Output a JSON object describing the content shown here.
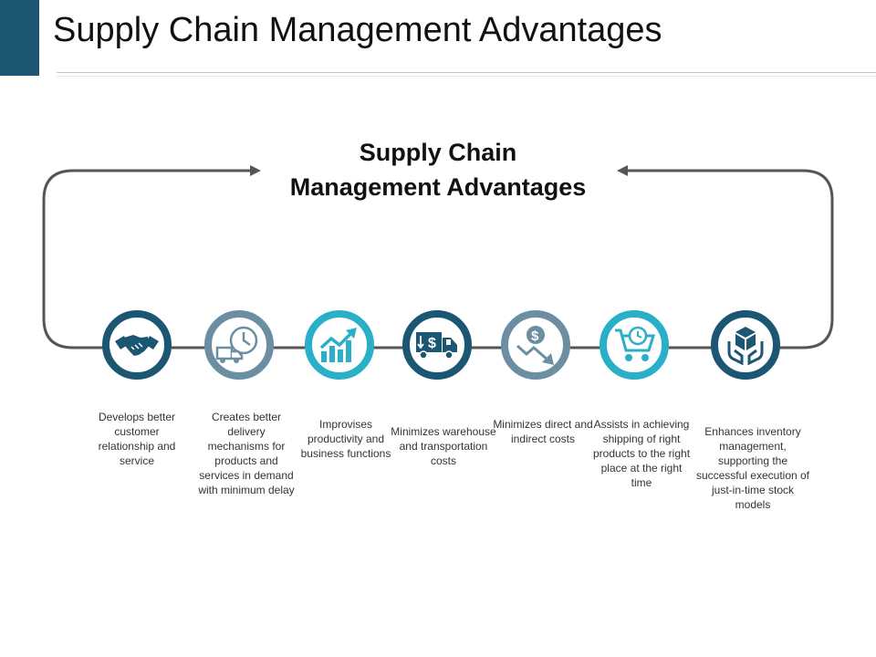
{
  "header": {
    "title": "Supply Chain Management Advantages"
  },
  "center_title": {
    "line1": "Supply Chain",
    "line2": "Management Advantages"
  },
  "colors": {
    "dark_navy": "#1b5672",
    "steel_gray": "#6c8ea3",
    "bright_cyan": "#2aafc9",
    "connector": "#555555"
  },
  "steps": [
    {
      "icon": "handshake-icon",
      "color": "#1b5672",
      "text": "Develops better customer relationship and service"
    },
    {
      "icon": "delivery-clock-icon",
      "color": "#6c8ea3",
      "text": "Creates better delivery mechanisms for products and services in demand with minimum delay"
    },
    {
      "icon": "growth-chart-icon",
      "color": "#2aafc9",
      "text": "Improvises productivity and business functions"
    },
    {
      "icon": "truck-dollar-icon",
      "color": "#1b5672",
      "text": "Minimizes warehouse and transportation costs"
    },
    {
      "icon": "cost-decrease-icon",
      "color": "#6c8ea3",
      "text": "Minimizes direct and indirect costs"
    },
    {
      "icon": "cart-clock-icon",
      "color": "#2aafc9",
      "text": "Assists in achieving shipping of right products to the right place at the right time"
    },
    {
      "icon": "hands-box-icon",
      "color": "#1b5672",
      "text": "Enhances inventory management, supporting the successful execution of just-in-time stock models"
    }
  ]
}
